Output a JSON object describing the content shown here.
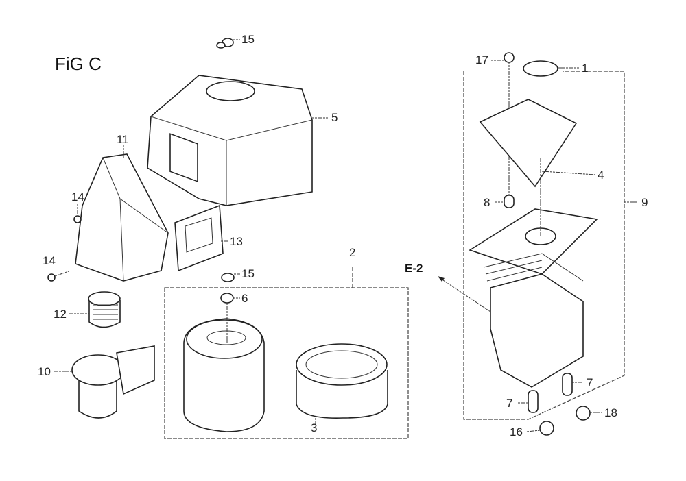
{
  "title": "FiG C",
  "reference": "E-2",
  "callouts": {
    "c15a": "15",
    "c5": "5",
    "c11": "11",
    "c14a": "14",
    "c14b": "14",
    "c13": "13",
    "c15b": "15",
    "c6": "6",
    "c2": "2",
    "c12": "12",
    "c10": "10",
    "c3": "3",
    "c17": "17",
    "c1": "1",
    "c4": "4",
    "c8": "8",
    "c9": "9",
    "c7a": "7",
    "c7b": "7",
    "c16": "16",
    "c18": "18"
  }
}
